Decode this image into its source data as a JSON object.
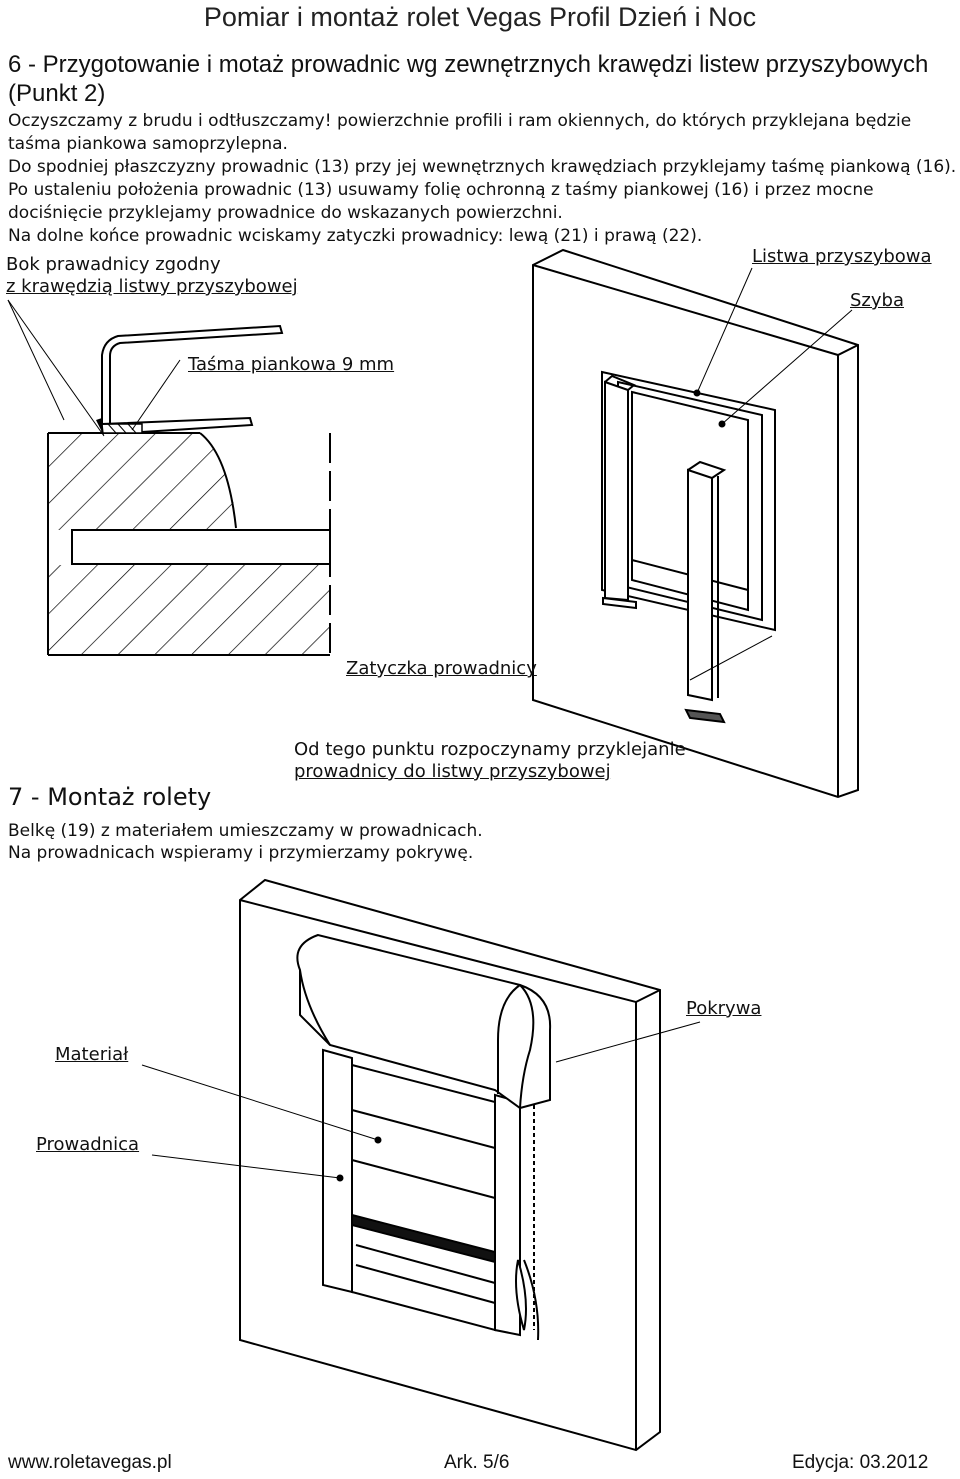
{
  "header": {
    "title": "Pomiar i montaż rolet Vegas Profil Dzień i Noc"
  },
  "section6": {
    "heading": "6 - Przygotowanie i motaż prowadnic wg zewnętrznych krawędzi listew przyszybowych (Punkt 2)",
    "paragraphs": [
      "Oczyszczamy z brudu i odtłuszczamy! powierzchnie profili i ram okiennych, do których przyklejana będzie taśma piankowa samoprzylepna.",
      "Do spodniej płaszczyzny prowadnic (13) przy jej wewnętrznych krawędziach przyklejamy taśmę piankową (16). Po ustaleniu położenia prowadnic (13) usuwamy folię ochronną z taśmy piankowej (16) i przez mocne dociśnięcie przyklejamy prowadnice do wskazanych powierzchni.",
      "Na dolne końce prowadnic wciskamy zatyczki prowadnicy: lewą (21) i prawą  (22)."
    ],
    "labels": {
      "bok_line1": "Bok prawadnicy zgodny",
      "bok_line2": "z krawędzią listwy przyszybowej",
      "tasma": "Taśma piankowa 9 mm",
      "listwa": "Listwa przyszybowa",
      "szyba": "Szyba",
      "zatyczka": "Zatyczka prowadnicy",
      "od_tego_line1": "Od tego punktu rozpoczynamy przyklejanie",
      "od_tego_line2": "prowadnicy do listwy przyszybowej"
    }
  },
  "section7": {
    "heading": "7 - Montaż rolety",
    "paragraphs": [
      "Belkę (19) z materiałem umieszczamy w prowadnicach.",
      "Na prowadnicach wspieramy i przymierzamy pokrywę."
    ],
    "labels": {
      "pokrywa": "Pokrywa",
      "material": "Materiał",
      "prowadnica": "Prowadnica"
    }
  },
  "footer": {
    "website": "www.roletavegas.pl",
    "sheet": "Ark. 5/6",
    "edition": "Edycja: 03.2012"
  }
}
